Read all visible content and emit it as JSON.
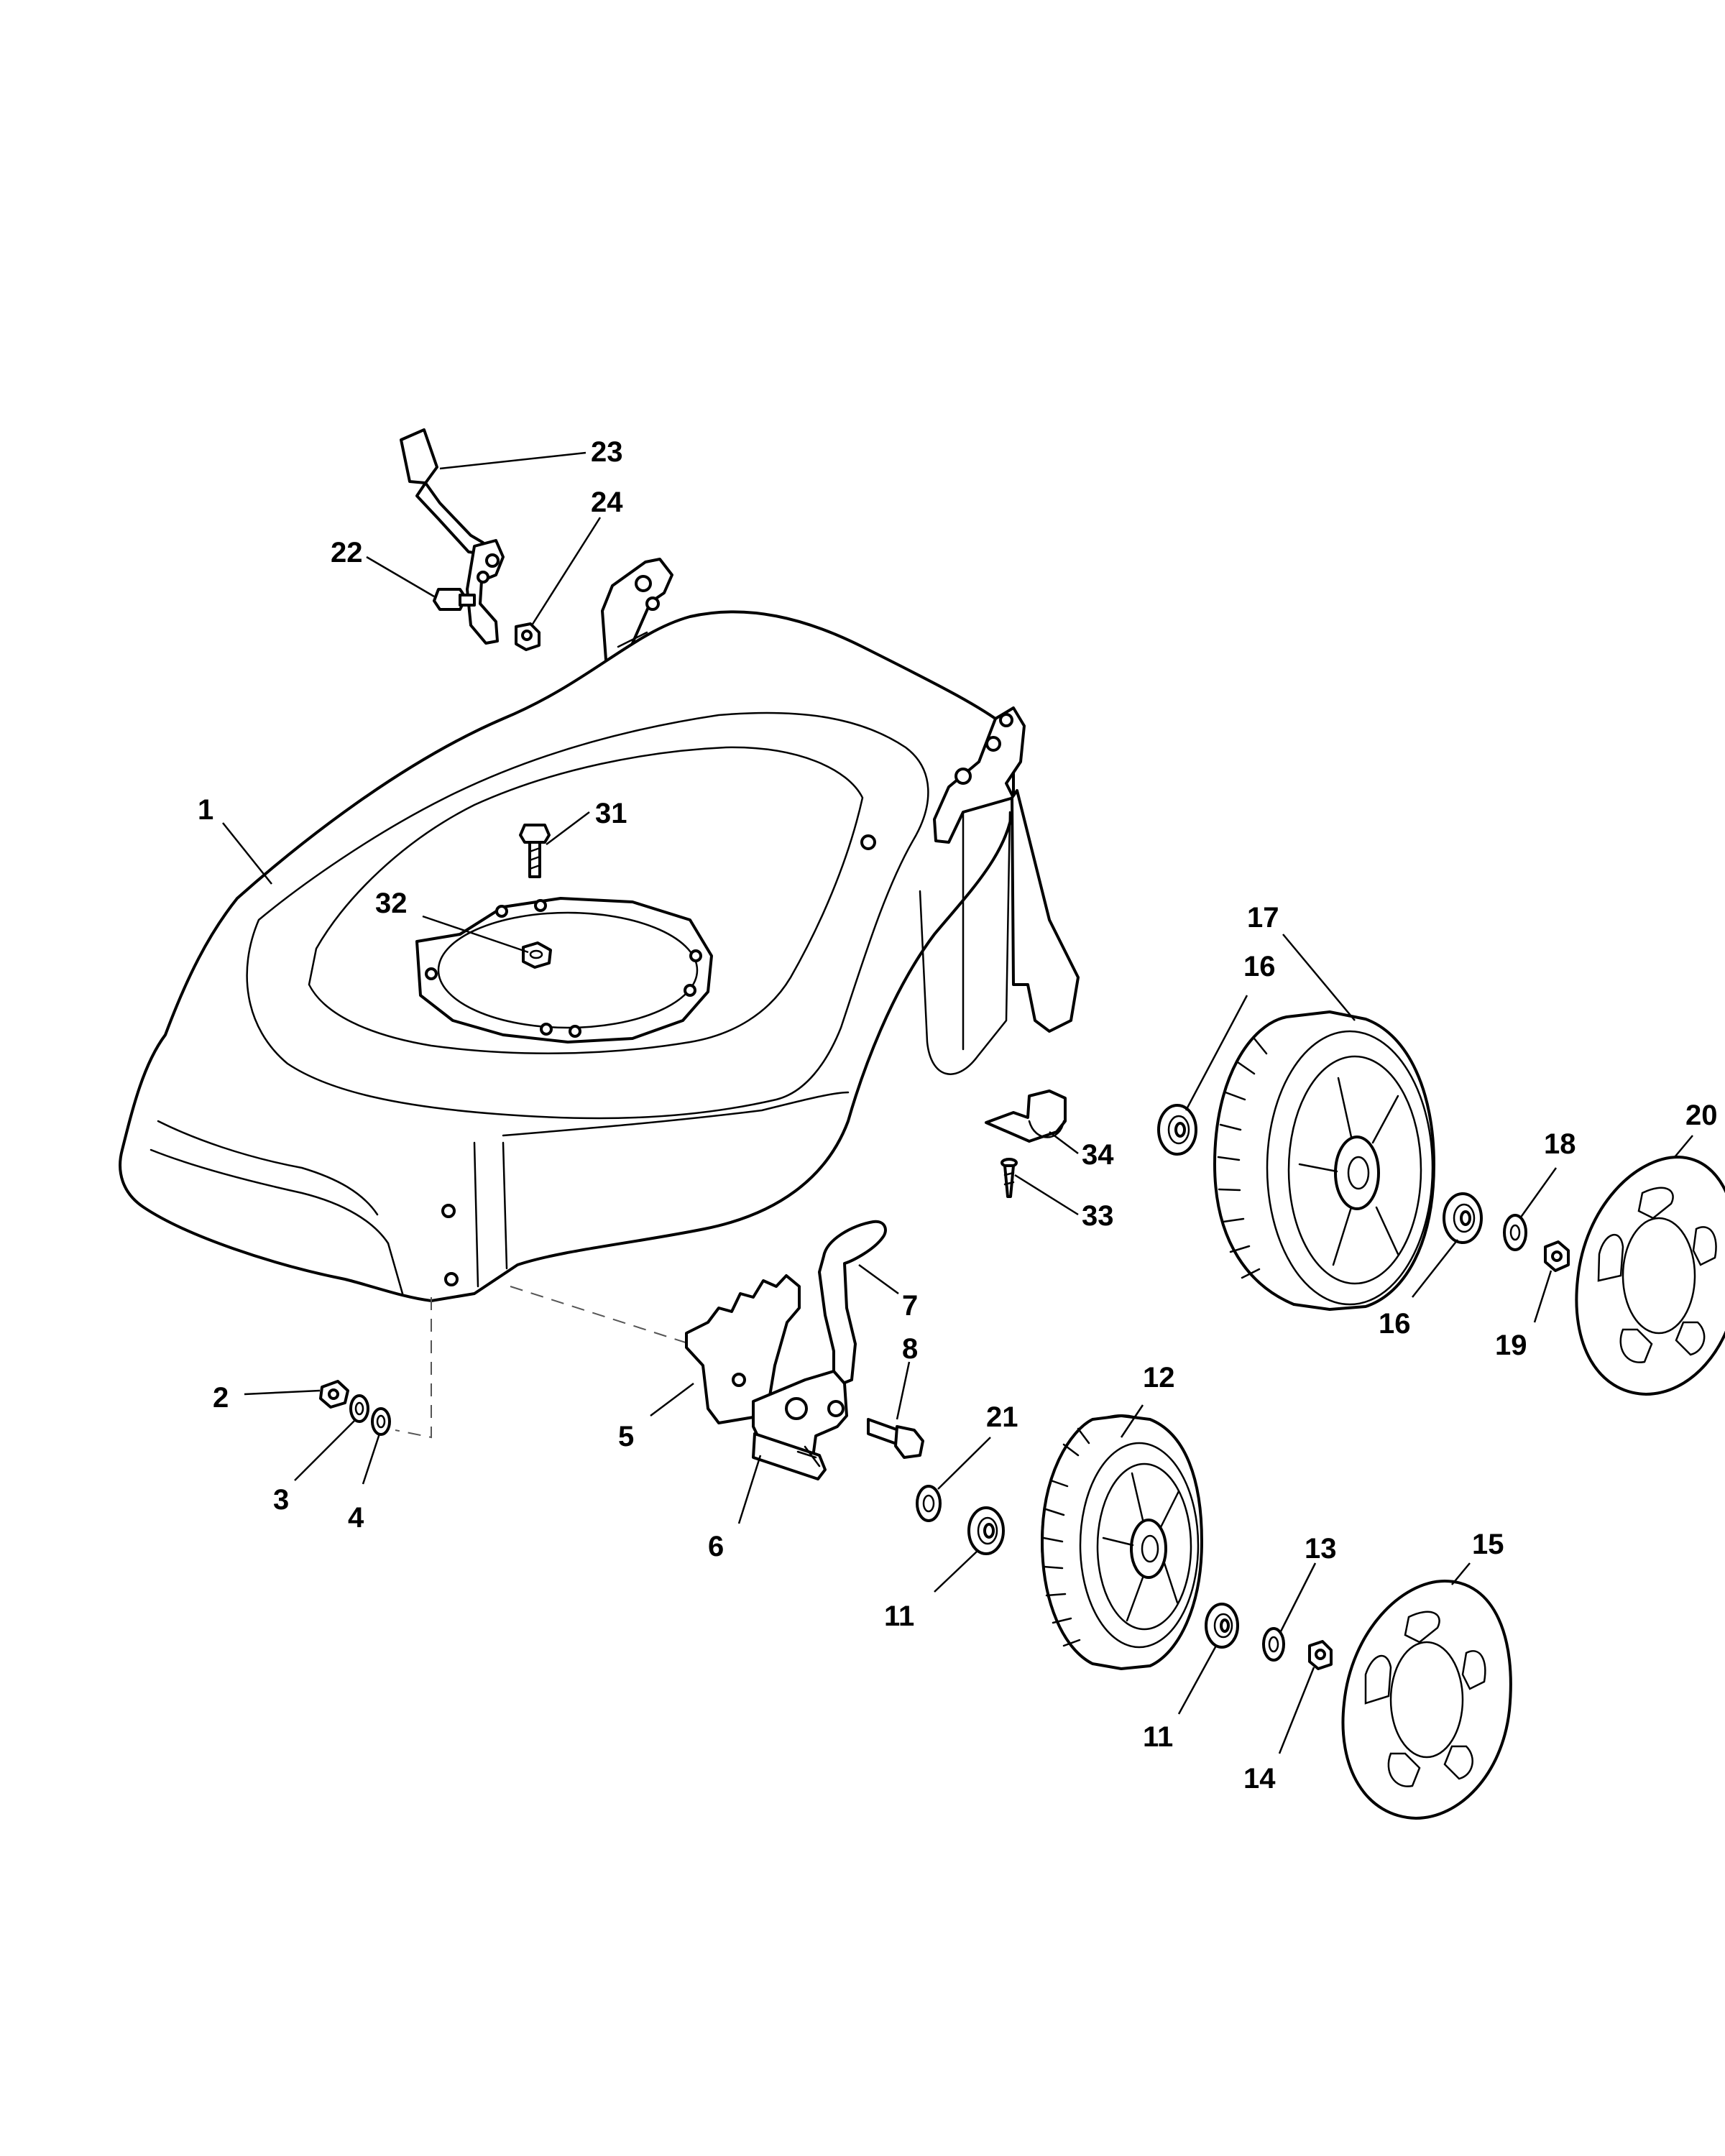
{
  "callouts": {
    "c1": "1",
    "c2": "2",
    "c3": "3",
    "c4": "4",
    "c5": "5",
    "c6": "6",
    "c7": "7",
    "c8": "8",
    "c11a": "11",
    "c11b": "11",
    "c12": "12",
    "c13": "13",
    "c14": "14",
    "c15": "15",
    "c16a": "16",
    "c16b": "16",
    "c17": "17",
    "c18": "18",
    "c19": "19",
    "c20": "20",
    "c21": "21",
    "c22": "22",
    "c23": "23",
    "c24": "24",
    "c31": "31",
    "c32": "32",
    "c33": "33",
    "c34": "34"
  },
  "colors": {
    "line": "#000000",
    "background": "#ffffff"
  }
}
